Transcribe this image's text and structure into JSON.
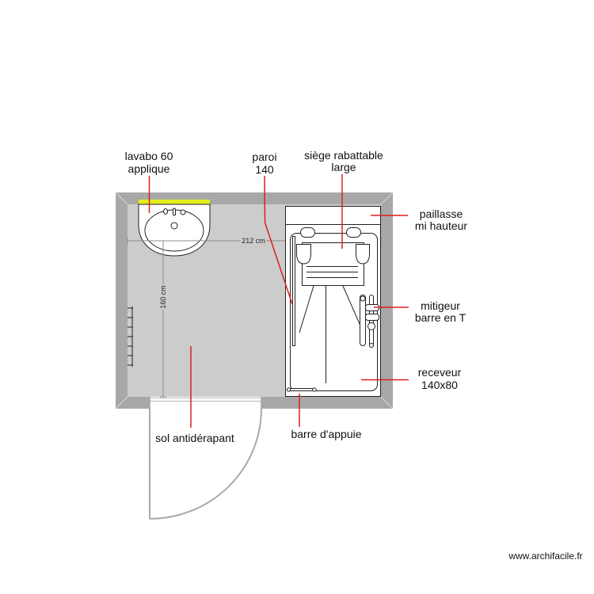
{
  "annotations": {
    "sink": {
      "line1": "lavabo 60",
      "line2": "applique"
    },
    "panel": {
      "line1": "paroi",
      "line2": "140"
    },
    "seat": {
      "line1": "siège rabattable",
      "line2": "large"
    },
    "counter": {
      "line1": "paillasse",
      "line2": "mi hauteur"
    },
    "mixer": {
      "line1": "mitigeur",
      "line2": "barre en T"
    },
    "tray": {
      "line1": "receveur",
      "line2": "140x80"
    },
    "grab_bar": {
      "line1": "barre d'appuie"
    },
    "floor": {
      "line1": "sol antidérapant"
    }
  },
  "dimensions": {
    "width": "212 cm",
    "depth": "160 cm"
  },
  "watermark": "www.archifacile.fr",
  "icons": [
    "sink-icon",
    "shower-tray-icon",
    "folding-seat-icon",
    "mixer-tap-icon",
    "grab-bar-icon",
    "door-swing-icon",
    "towel-radiator-icon"
  ],
  "colors": {
    "wall": "#a8a8a8",
    "floor": "#cccccc",
    "accent": "#e5ec1d",
    "leader": "#e11d1d"
  }
}
